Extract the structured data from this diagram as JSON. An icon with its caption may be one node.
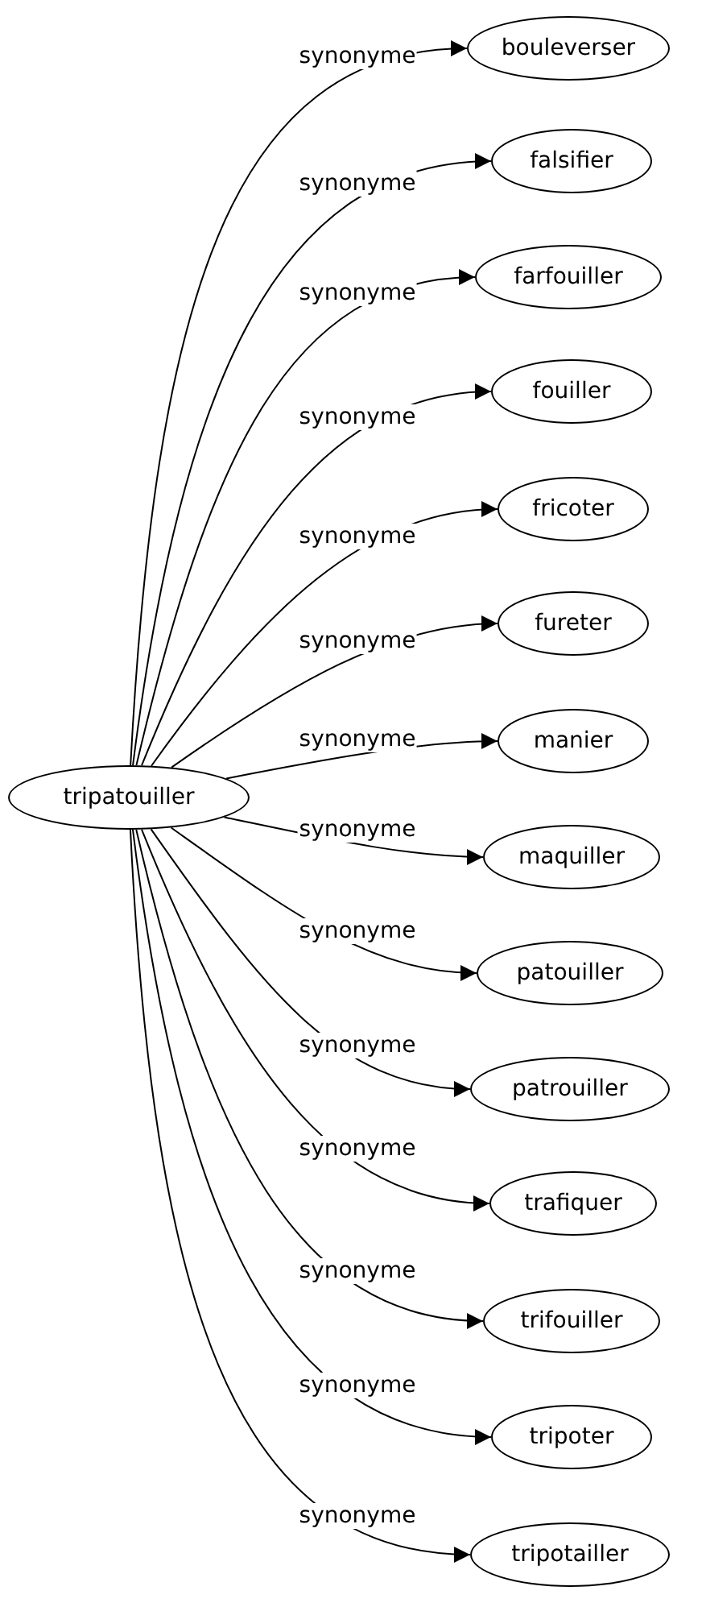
{
  "diagram": {
    "nodes": [
      {
        "text": [
          "tripatouiller"
        ]
      },
      {
        "text": [
          "bouleverser"
        ]
      },
      {
        "text": [
          "falsifier"
        ]
      },
      {
        "text": [
          "farfouiller"
        ]
      },
      {
        "text": [
          "fouiller"
        ]
      },
      {
        "text": [
          "fricoter"
        ]
      },
      {
        "text": [
          "fureter"
        ]
      },
      {
        "text": [
          "manier"
        ]
      },
      {
        "text": [
          "maquiller"
        ]
      },
      {
        "text": [
          "patouiller"
        ]
      },
      {
        "text": [
          "patrouiller"
        ]
      },
      {
        "text": [
          "trafiquer"
        ]
      },
      {
        "text": [
          "trifouiller"
        ]
      },
      {
        "text": [
          "tripoter"
        ]
      },
      {
        "text": [
          "tripotailler"
        ]
      }
    ],
    "edges": [
      {
        "from": 0,
        "to": 1,
        "arrow": "to",
        "label": "synonyme"
      },
      {
        "from": 0,
        "to": 2,
        "arrow": "to",
        "label": "synonyme"
      },
      {
        "from": 0,
        "to": 3,
        "arrow": "to",
        "label": "synonyme"
      },
      {
        "from": 0,
        "to": 4,
        "arrow": "to",
        "label": "synonyme"
      },
      {
        "from": 0,
        "to": 5,
        "arrow": "to",
        "label": "synonyme"
      },
      {
        "from": 0,
        "to": 6,
        "arrow": "to",
        "label": "synonyme"
      },
      {
        "from": 0,
        "to": 7,
        "arrow": "to",
        "label": "synonyme"
      },
      {
        "from": 0,
        "to": 8,
        "arrow": "to",
        "label": "synonyme"
      },
      {
        "from": 0,
        "to": 9,
        "arrow": "to",
        "label": "synonyme"
      },
      {
        "from": 0,
        "to": 10,
        "arrow": "to",
        "label": "synonyme"
      },
      {
        "from": 0,
        "to": 11,
        "arrow": "to",
        "label": "synonyme"
      },
      {
        "from": 0,
        "to": 12,
        "arrow": "to",
        "label": "synonyme"
      },
      {
        "from": 0,
        "to": 13,
        "arrow": "to",
        "label": "synonyme"
      },
      {
        "from": 0,
        "to": 14,
        "arrow": "to",
        "label": "synonyme"
      }
    ]
  }
}
